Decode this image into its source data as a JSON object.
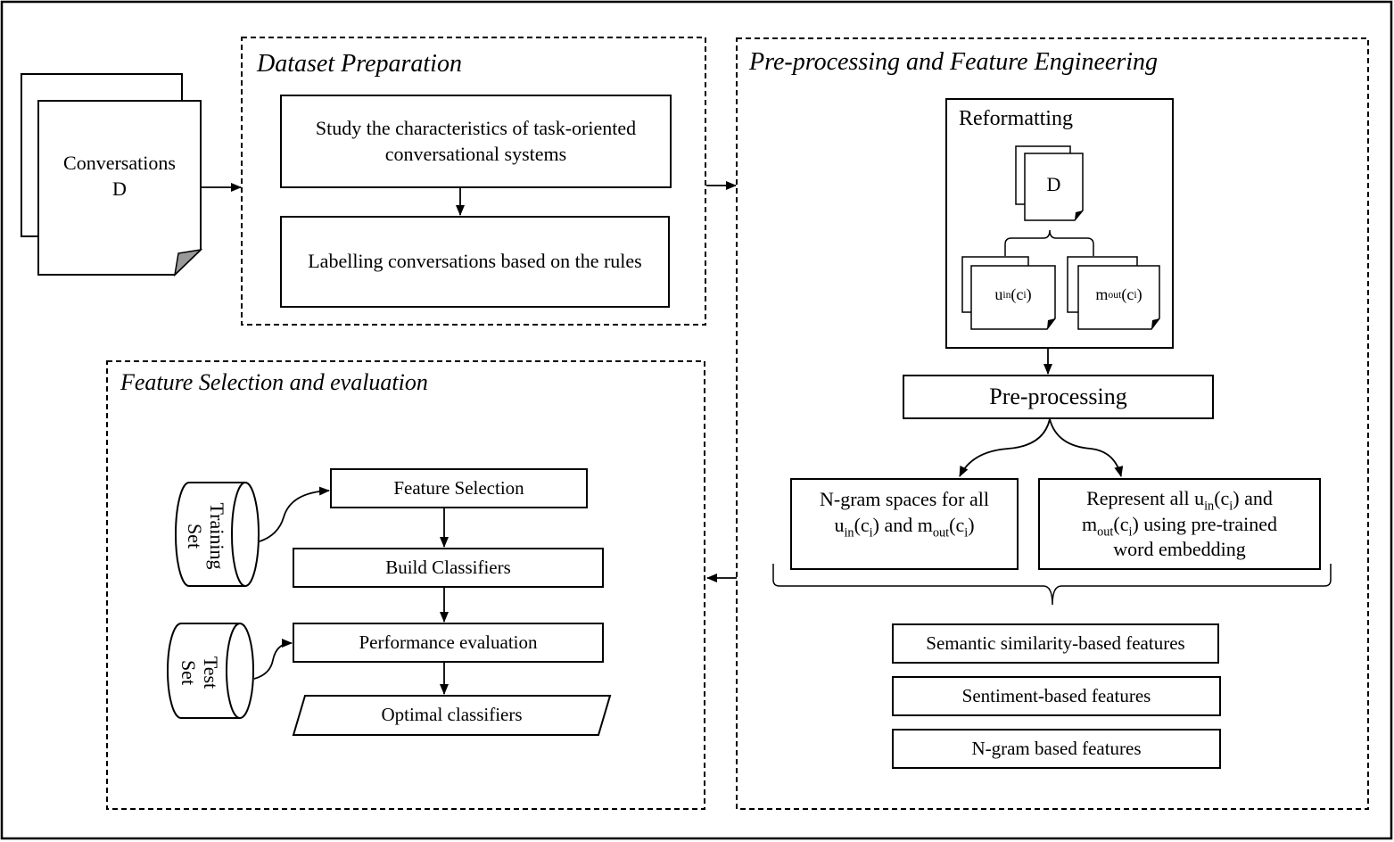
{
  "sections": {
    "dataset": "Dataset Preparation",
    "preprocessing": "Pre-processing and Feature Engineering",
    "selection": "Feature Selection and evaluation"
  },
  "conversations": {
    "line1": "Conversations",
    "line2": "D"
  },
  "dataset_steps": {
    "study": "Study the characteristics of task-oriented conversational systems",
    "labelling": "Labelling conversations based on the rules"
  },
  "reformatting": {
    "title": "Reformatting",
    "doc": "D",
    "u_in": {
      "base": "u",
      "sub": "in",
      "arg": "(c",
      "argsub": "i",
      "close": ")"
    },
    "m_out": {
      "base": "m",
      "sub": "out",
      "arg": "(c",
      "argsub": "i",
      "close": ")"
    }
  },
  "preprocessing_box": "Pre-processing",
  "ngram_spaces": {
    "line1": "N-gram spaces for all",
    "u": "u",
    "u_sub": "in",
    "c1": "(c",
    "c1_sub": "i",
    "c1_close": ")",
    "and": " and ",
    "m": "m",
    "m_sub": "out",
    "c2": "(c",
    "c2_sub": "i",
    "c2_close": ")"
  },
  "represent": {
    "pre": "Represent all ",
    "u": "u",
    "u_sub": "in",
    "c1": "(c",
    "c1_sub": "i",
    "c1_close": ") and",
    "m": "m",
    "m_sub": "out",
    "c2": "(c",
    "c2_sub": "i",
    "c2_close": ") using pre-trained",
    "line3": "word embedding"
  },
  "features": {
    "semantic": "Semantic similarity-based features",
    "sentiment": "Sentiment-based features",
    "ngram": "N-gram based features"
  },
  "selection_steps": {
    "feature_selection": "Feature Selection",
    "build": "Build Classifiers",
    "performance": "Performance evaluation",
    "optimal": "Optimal classifiers"
  },
  "datasets": {
    "training": {
      "line1": "Training",
      "line2": "Set"
    },
    "test": {
      "line1": "Test",
      "line2": "Set"
    }
  }
}
